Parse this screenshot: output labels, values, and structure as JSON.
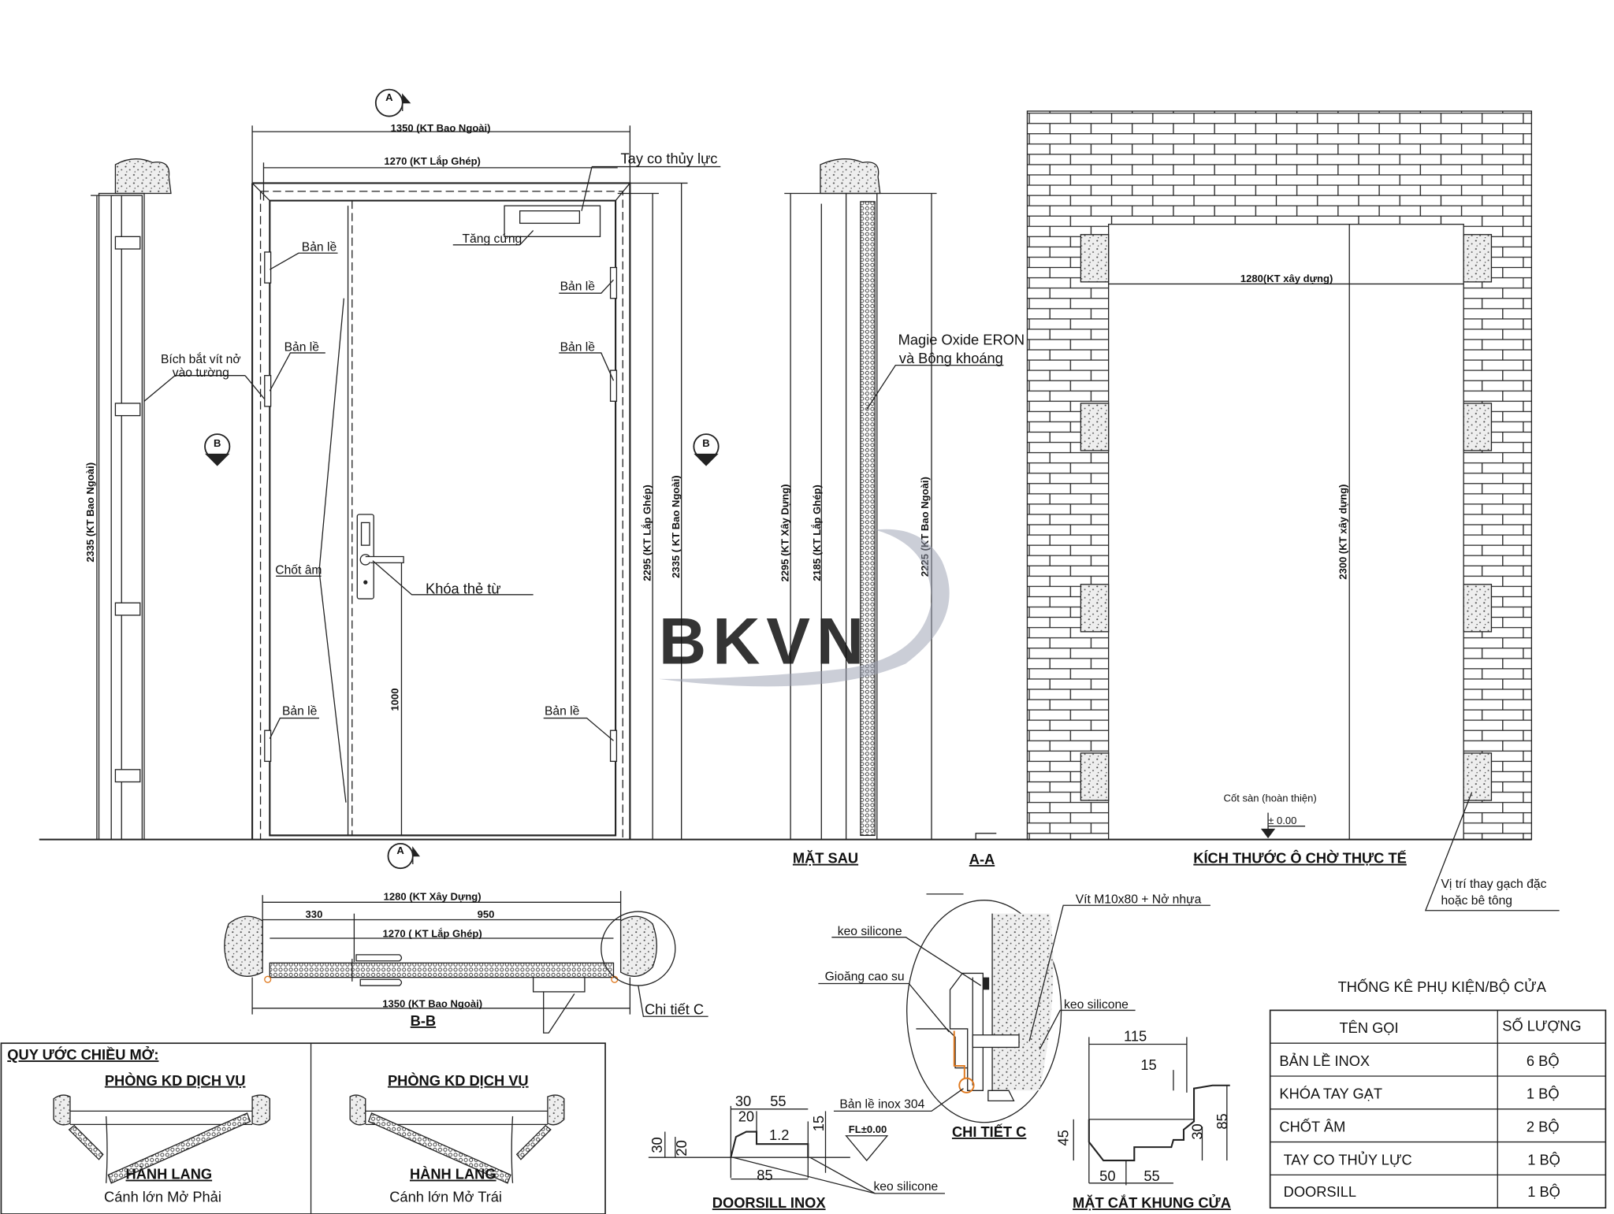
{
  "watermark": {
    "text": "BKVN",
    "color": "#f08a8a",
    "swoosh_color": "#9a9fb0"
  },
  "markers": {
    "a": "A",
    "b": "B"
  },
  "elevation": {
    "dim_outer": "1350 (KT Bao Ngoài)",
    "dim_assembly": "1270 (KT Lắp Ghép)",
    "closer": "Tay co thủy lực",
    "reinforce": "Tăng cứng",
    "hinge": "Bản lề",
    "wall_bracket_1": "Bích bắt vít nở",
    "wall_bracket_2": "vào tường",
    "flush_bolt": "Chốt âm",
    "lock": "Khóa thẻ từ",
    "handle_height": "1000",
    "side_height": "2335 (KT Bao Ngoài)",
    "height_assembly": "2295 (KT Lắp Ghép)",
    "height_outer": "2335 ( KT Bao Ngoài)"
  },
  "rear": {
    "title": "MẶT SAU",
    "h_build": "2295 (KT Xây Dựng)",
    "h_assembly": "2185 (KT Lắp Ghép)",
    "h_outer": "2225 (KT Bao Ngoài)"
  },
  "section_aa": {
    "title": "A-A",
    "material_1": "Magie Oxide ERON",
    "material_2": "và Bông khoáng"
  },
  "opening": {
    "title": "KÍCH THƯỚC Ô CHỜ THỰC TẾ",
    "width": "1280(KT xây dựng)",
    "height": "2300 (KT xây dựng)",
    "floor_1": "Cốt sàn (hoàn thiện)",
    "floor_2": "± 0.00",
    "note_1": "Vị trí thay gạch đặc",
    "note_2": "hoặc bê tông",
    "brick_color": "#222222"
  },
  "plan_bb": {
    "title": "B-B",
    "dim_build": "1280 (KT Xây Dựng)",
    "dim_small": "330",
    "dim_large": "950",
    "dim_assembly": "1270 ( KT Lắp Ghép)",
    "dim_outer": "1350 (KT Bao Ngoài)",
    "detail_ref": "Chi tiết C"
  },
  "detail_c": {
    "title": "CHI TIẾT C",
    "silicone_top": "keo silicone",
    "gasket": "Gioăng cao su",
    "screw": "Vít M10x80 + Nở nhựa",
    "silicone_right": "keo silicone",
    "hinge": "Bản lề inox 304",
    "hinge_color": "#e07a20"
  },
  "doorsill": {
    "title": "DOORSILL INOX",
    "d30a": "30",
    "d55": "55",
    "d20a": "20",
    "d12": "1.2",
    "d15": "15",
    "d30b": "30",
    "d20b": "20",
    "d85": "85",
    "level": "FL±0.00",
    "silicone": "keo silicone"
  },
  "frame_section": {
    "title": "MẶT CẮT KHUNG CỬA",
    "d115": "115",
    "d15": "15",
    "d85": "85",
    "d45": "45",
    "d30": "30",
    "d50": "50",
    "d55": "55"
  },
  "accessories": {
    "title": "THỐNG KÊ PHỤ KIỆN/BỘ CỬA",
    "headers": [
      "TÊN GỌI",
      "SỐ LƯỢNG"
    ],
    "rows": [
      [
        "BẢN LỀ INOX",
        "6 BỘ"
      ],
      [
        "KHÓA TAY GẠT",
        "1 BỘ"
      ],
      [
        "CHỐT ÂM",
        "2 BỘ"
      ],
      [
        "TAY CO THỦY LỰC",
        "1 BỘ"
      ],
      [
        "DOORSILL",
        "1 BỘ"
      ]
    ]
  },
  "legend": {
    "title": "QUY ƯỚC CHIỀU MỞ:",
    "left": {
      "room": "PHÒNG KD DỊCH VỤ",
      "corridor": "HÀNH LANG",
      "caption": "Cánh lớn Mở Phải"
    },
    "right": {
      "room": "PHÒNG KD DỊCH VỤ",
      "corridor": "HÀNH LANG",
      "caption": "Cánh lớn Mở Trái"
    }
  }
}
